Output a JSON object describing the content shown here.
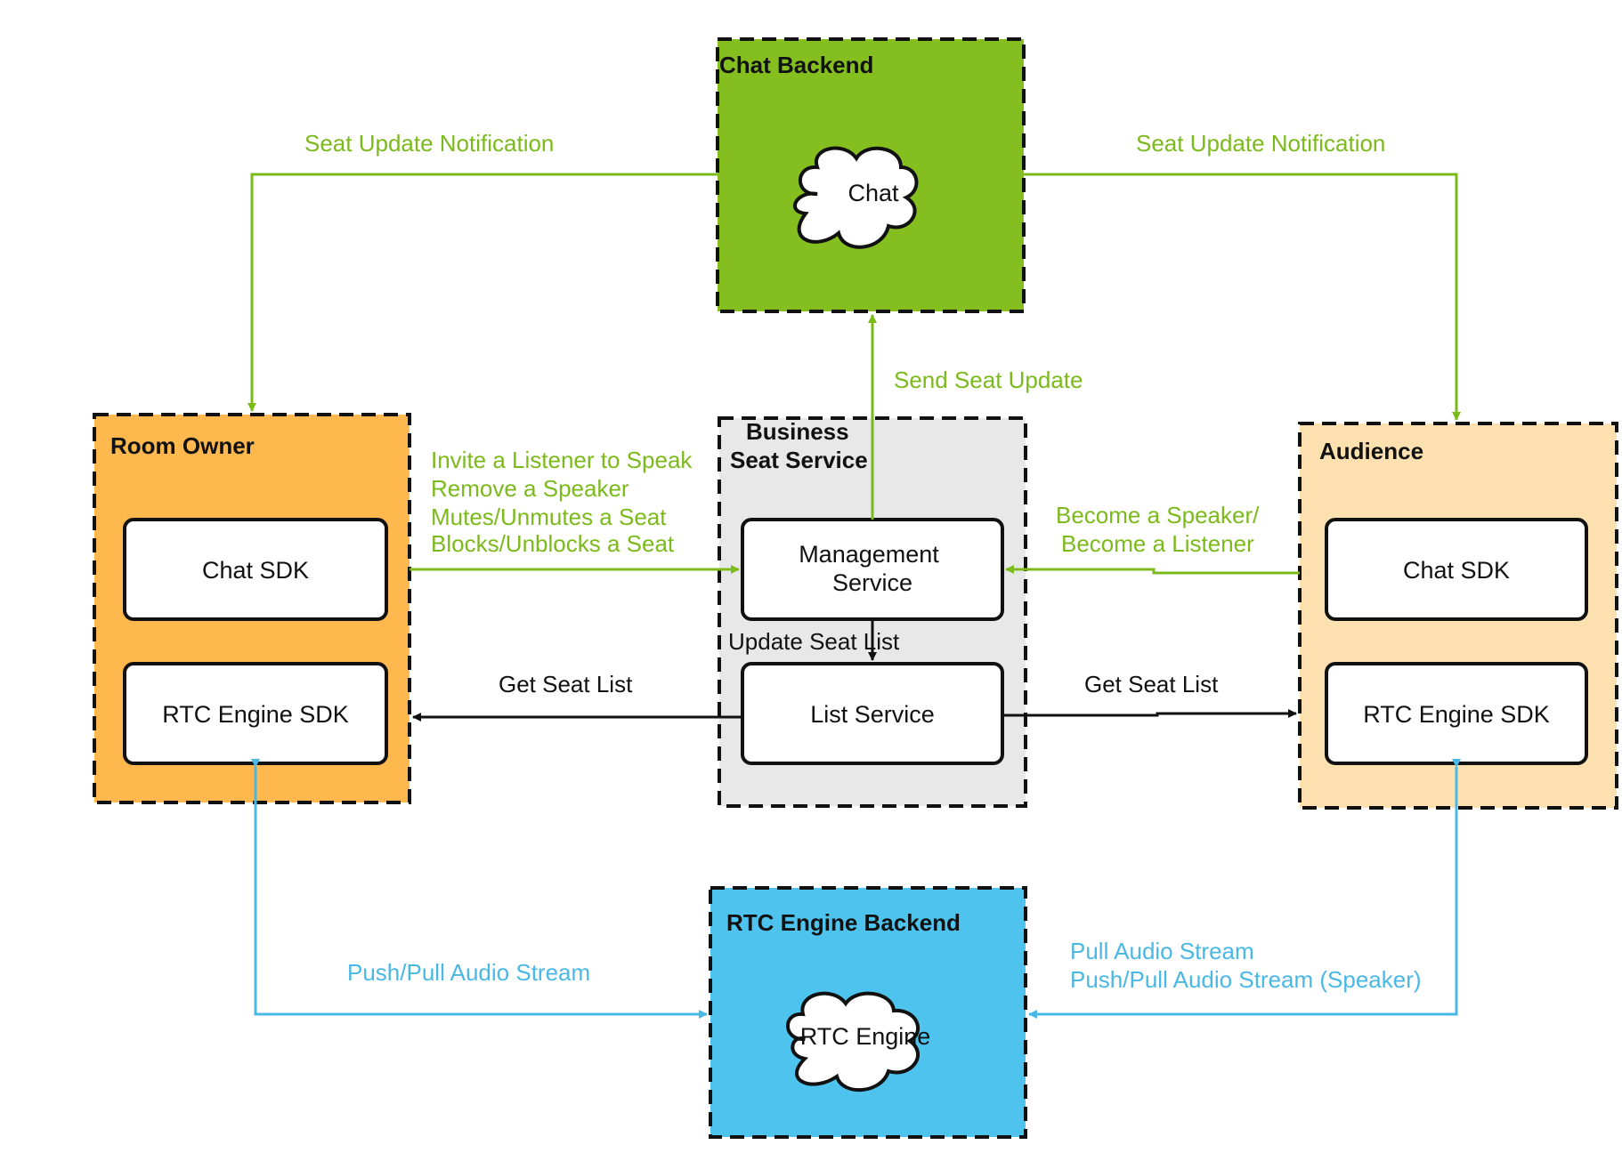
{
  "colors": {
    "chat_backend_fill": "#84bf1f",
    "room_owner_fill": "#ffb84d",
    "business_fill": "#e8e8e8",
    "audience_fill": "#fde0b0",
    "rtc_backend_fill": "#4ec3ee",
    "green_arrow": "#7cba1c",
    "blue_arrow": "#4ab8e4",
    "black_arrow": "#111111"
  },
  "regions": {
    "chat_backend": {
      "title": "Chat Backend",
      "cloud_label": "Chat"
    },
    "room_owner": {
      "title": "Room Owner",
      "chat_sdk": "Chat SDK",
      "rtc_sdk": "RTC Engine SDK"
    },
    "business": {
      "title_line1": "Business",
      "title_line2": "Seat Service",
      "management_line1": "Management",
      "management_line2": "Service",
      "list_service": "List Service"
    },
    "audience": {
      "title": "Audience",
      "chat_sdk": "Chat SDK",
      "rtc_sdk": "RTC Engine SDK"
    },
    "rtc_backend": {
      "title": "RTC Engine Backend",
      "cloud_label": "RTC Engine"
    }
  },
  "edges": {
    "seat_notify_left": "Seat Update Notification",
    "seat_notify_right": "Seat Update Notification",
    "send_seat_update": "Send Seat Update",
    "owner_actions": [
      "Invite a Listener to Speak",
      "Remove a Speaker",
      "Mutes/Unmutes a Seat",
      "Blocks/Unblocks a Seat"
    ],
    "audience_actions": [
      "Become a Speaker/",
      "Become a Listener"
    ],
    "update_seat_list": "Update Seat List",
    "get_seat_list_left": "Get Seat List",
    "get_seat_list_right": "Get Seat List",
    "owner_audio": "Push/Pull Audio Stream",
    "audience_audio": [
      "Pull Audio Stream",
      "Push/Pull Audio Stream (Speaker)"
    ]
  }
}
